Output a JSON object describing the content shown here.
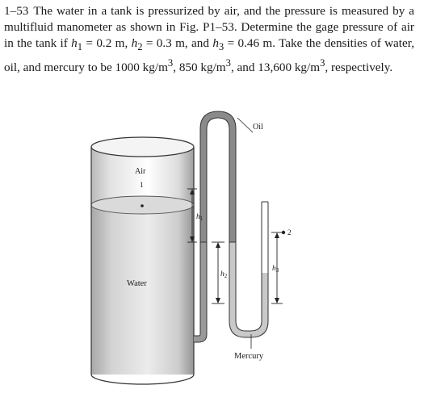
{
  "problem": {
    "number": "1–53",
    "text_1": "The water in a tank is pressurized by air, and the pressure is measured by a multifluid manometer as shown in Fig. P1–53. Determine the gage pressure of air in the tank if ",
    "h1_eq": "h",
    "h1_sub": "1",
    "h1_val": " = 0.2 m, ",
    "h2_eq": "h",
    "h2_sub": "2",
    "h2_val": " = 0.3 m, and ",
    "h3_eq": "h",
    "h3_sub": "3",
    "h3_val": " = 0.46 m. Take the densities of water, oil, and mercury to be 1000 kg/m",
    "sup1": "3",
    "text_2": ", 850 kg/m",
    "sup2": "3",
    "text_3": ", and 13,600 kg/m",
    "sup3": "3",
    "text_4": ", respectively."
  },
  "figure": {
    "label_oil": "Oil",
    "label_air": "Air",
    "label_point1": "1",
    "label_water": "Water",
    "label_point2": "2",
    "label_mercury": "Mercury",
    "label_h1": "h",
    "label_h1_sub": "1",
    "label_h2": "h",
    "label_h2_sub": "2",
    "label_h3": "h",
    "label_h3_sub": "3"
  }
}
